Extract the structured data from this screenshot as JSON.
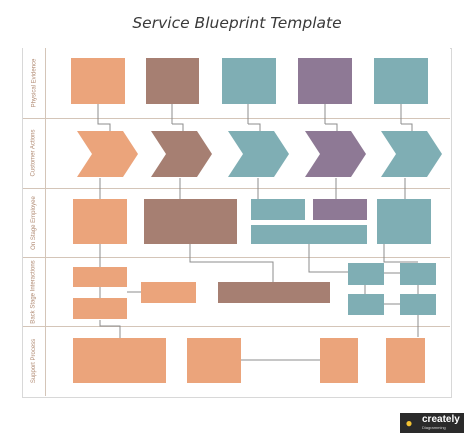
{
  "title": "Service Blueprint Template",
  "lanes": [
    {
      "label": "Physical Evidence"
    },
    {
      "label": "Customer Actions"
    },
    {
      "label": "On Stage Employee"
    },
    {
      "label": "Back Stage Interactions"
    },
    {
      "label": "Support Process"
    }
  ],
  "colors": {
    "peach": "#eba47b",
    "taupe": "#a67f72",
    "teal": "#7faeb4",
    "purple": "#8e7995",
    "lane_border": "#d4c5b8",
    "connector": "#8c8c8c"
  },
  "logo": {
    "name": "creately",
    "tagline": "Diagramming",
    "icon": "lightbulb-icon"
  }
}
